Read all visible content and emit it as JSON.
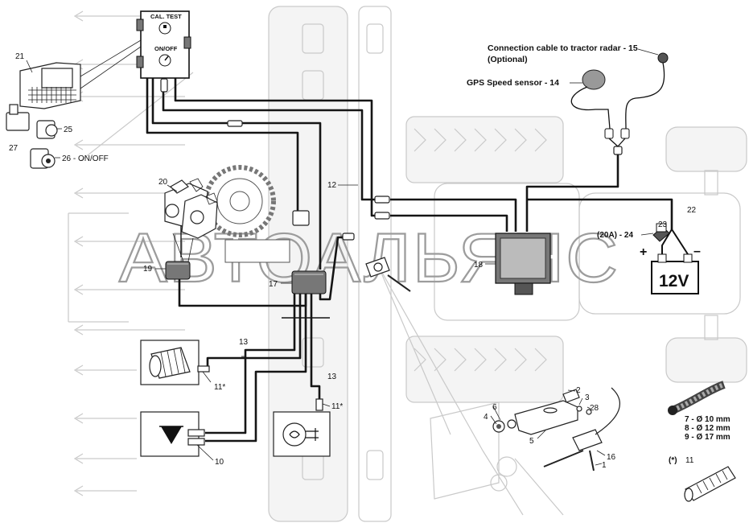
{
  "control_box": {
    "cal_test_label": "CAL. TEST",
    "on_off_label": "ON/OFF"
  },
  "callouts": {
    "c1": "1",
    "c2": "2",
    "c3": "3",
    "c4": "4",
    "c5": "5",
    "c6": "6",
    "c10": "10",
    "c11_top": "11*",
    "c11_mid": "11*",
    "c12": "12",
    "c13_top": "13",
    "c13_mid": "13",
    "c16": "16",
    "c17": "17",
    "c18": "18",
    "c19": "19",
    "c20": "20",
    "c21": "21",
    "c22": "22",
    "c23": "23",
    "c24": "(20A) - 24",
    "c25": "25",
    "c26": "26 - ON/OFF",
    "c27": "27",
    "c28": "28"
  },
  "gps": {
    "radar_cable_label": "Connection cable to tractor radar - 15",
    "radar_cable_optional": "(Optional)",
    "gps_sensor_label": "GPS Speed sensor - 14"
  },
  "battery": {
    "voltage": "12V",
    "plus": "+",
    "minus": "–"
  },
  "hose_sizes": [
    "7 - Ø 10 mm",
    "8 - Ø 12 mm",
    "9 - Ø 17 mm"
  ],
  "sensor_note": {
    "star": "(*)",
    "part": "11"
  },
  "watermark": "АВТОАЛЬЯНС"
}
